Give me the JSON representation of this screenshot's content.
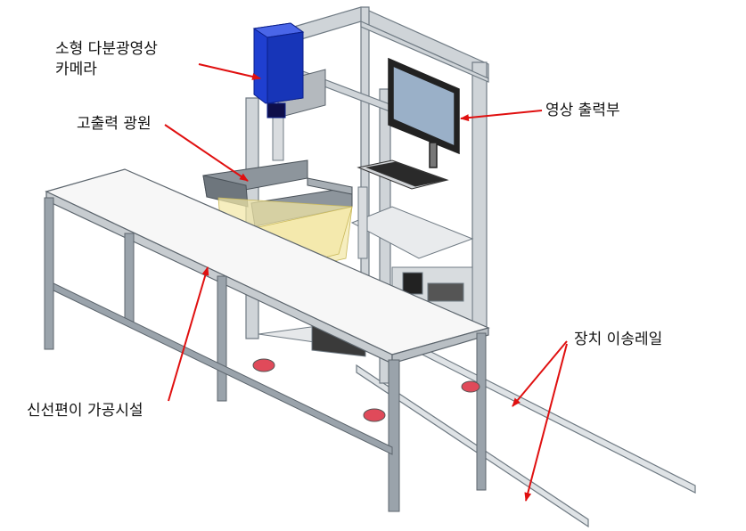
{
  "labels": {
    "camera_line1": "소형 다분광영상",
    "camera_line2": "카메라",
    "light_source": "고출력 광원",
    "display": "영상 출력부",
    "rail": "장치 이송레일",
    "processing": "신선편이 가공시설"
  },
  "colors": {
    "camera": "#1f3fd0",
    "arrow": "#e01010",
    "light_cone": "#f3e7a6",
    "frame": "#cfd4d8",
    "legs": "#9aa3ab",
    "table_top": "#f7f7f7",
    "display": "#9ab0c8"
  }
}
